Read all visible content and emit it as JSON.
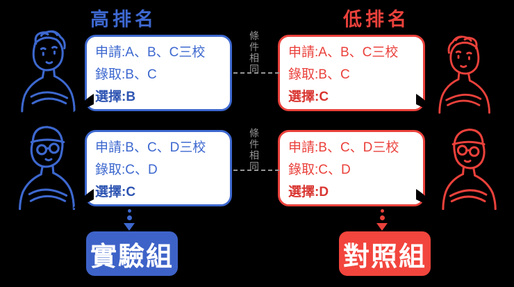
{
  "colors": {
    "blue": "#3d68cf",
    "blue-dark": "#2d54b2",
    "red": "#ea413b",
    "red-dark": "#d93531",
    "tag-blue": "#3e63c8",
    "tag-red": "#f2453d",
    "gray": "#969696",
    "bubble-bg": "#ffffff",
    "bg": "#000000"
  },
  "left": {
    "title": "高排名",
    "tag": "實驗組",
    "bubbles": [
      {
        "lines": [
          "申請:A、B、C三校",
          "錄取:B、C",
          "選擇:B"
        ]
      },
      {
        "lines": [
          "申請:B、C、D三校",
          "錄取:C、D",
          "選擇:C"
        ]
      }
    ]
  },
  "right": {
    "title": "低排名",
    "tag": "對照組",
    "bubbles": [
      {
        "lines": [
          "申請:A、B、C三校",
          "錄取:B、C",
          "選擇:C"
        ]
      },
      {
        "lines": [
          "申請:B、C、D三校",
          "錄取:C、D",
          "選擇:D"
        ]
      }
    ]
  },
  "middle": {
    "label": "條件相同"
  },
  "icons": {
    "person": "person-icon",
    "arrow": "dotted-down-arrow-icon",
    "tail": "speech-bubble-tail"
  }
}
